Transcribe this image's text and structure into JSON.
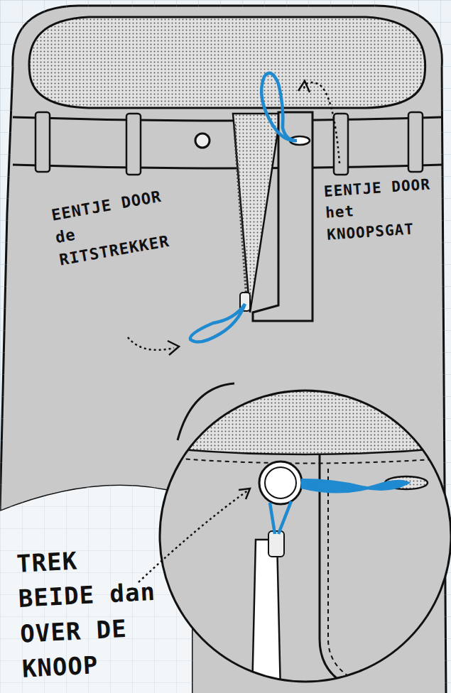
{
  "diagram": {
    "labels": [
      "EENTJE DOOR de RITSTREKKER",
      "EENTJE DOOR het KNOOPSGAT",
      "TREK BEIDE dan OVER DE KNOOP"
    ]
  }
}
